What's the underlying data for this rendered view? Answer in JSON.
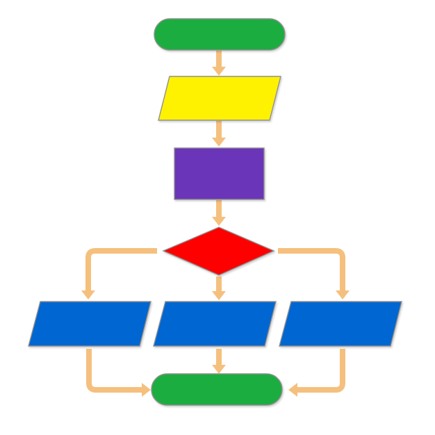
{
  "diagram": {
    "type": "flowchart",
    "colors": {
      "background": "#ffffff",
      "connector": "#f5c07d",
      "node_outline": "#8f8f8f",
      "terminal": "#1aad3f",
      "input_output": "#fff200",
      "process": "#6a35b8",
      "decision": "#ff0000",
      "output_branch": "#0066d1"
    },
    "nodes": [
      {
        "id": "start",
        "shape": "terminal",
        "label": ""
      },
      {
        "id": "input",
        "shape": "parallelogram",
        "label": ""
      },
      {
        "id": "process",
        "shape": "rectangle",
        "label": ""
      },
      {
        "id": "decision",
        "shape": "diamond",
        "label": ""
      },
      {
        "id": "output-left",
        "shape": "parallelogram",
        "label": ""
      },
      {
        "id": "output-center",
        "shape": "parallelogram",
        "label": ""
      },
      {
        "id": "output-right",
        "shape": "parallelogram",
        "label": ""
      },
      {
        "id": "end",
        "shape": "terminal",
        "label": ""
      }
    ],
    "edges": [
      {
        "from": "start",
        "to": "input"
      },
      {
        "from": "input",
        "to": "process"
      },
      {
        "from": "process",
        "to": "decision"
      },
      {
        "from": "decision",
        "to": "output-left"
      },
      {
        "from": "decision",
        "to": "output-center"
      },
      {
        "from": "decision",
        "to": "output-right"
      },
      {
        "from": "output-left",
        "to": "end"
      },
      {
        "from": "output-center",
        "to": "end"
      },
      {
        "from": "output-right",
        "to": "end"
      }
    ]
  }
}
